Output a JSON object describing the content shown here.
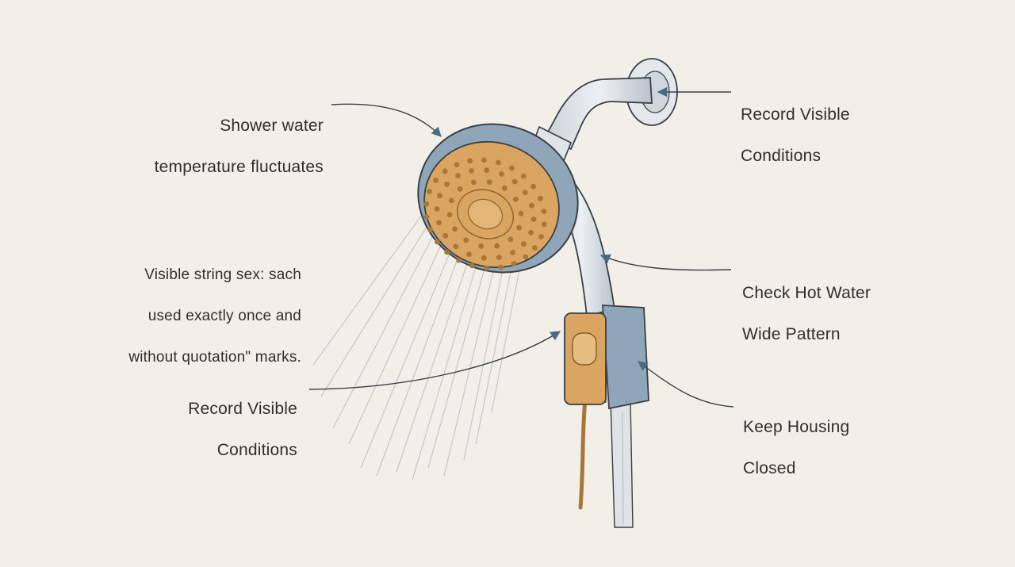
{
  "labels": {
    "temp": {
      "line1": "Shower water",
      "line2": "temperature fluctuates"
    },
    "string_note": {
      "line1": "Visible string sex: sach",
      "line2": "used exactly once and",
      "line3": "without quotation\" marks."
    },
    "record_left": {
      "line1": "Record Visible",
      "line2": "Conditions"
    },
    "record_right": {
      "line1": "Record Visible",
      "line2": "Conditions"
    },
    "check": {
      "line1": "Check Hot Water",
      "line2": "Wide Pattern"
    },
    "keep": {
      "line1": "Keep Housing",
      "line2": "Closed"
    }
  },
  "colors": {
    "background": "#f1efe7",
    "metal_blue": "#8fa6b8",
    "metal_light": "#d7dde2",
    "face_orange": "#d9a560",
    "nozzle": "#a87737",
    "ink": "#3a3f45"
  }
}
